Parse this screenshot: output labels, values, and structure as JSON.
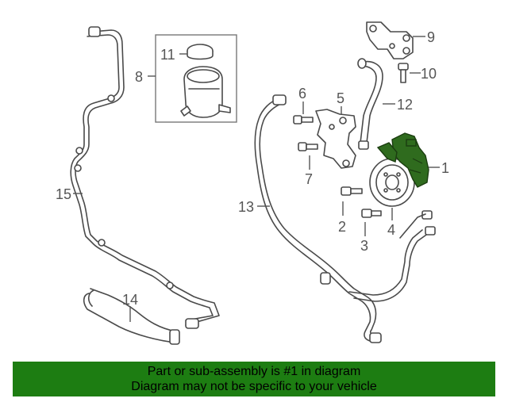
{
  "diagram": {
    "callouts": {
      "c1": "1",
      "c2": "2",
      "c3": "3",
      "c4": "4",
      "c5": "5",
      "c6": "6",
      "c7": "7",
      "c8": "8",
      "c9": "9",
      "c10": "10",
      "c11": "11",
      "c12": "12",
      "c13": "13",
      "c14": "14",
      "c15": "15"
    },
    "highlight_color": "#2f6b1e"
  },
  "banner": {
    "line1": "Part or sub-assembly is #1 in diagram",
    "line2": "Diagram may not be specific to your vehicle",
    "background": "#1d7d12"
  }
}
